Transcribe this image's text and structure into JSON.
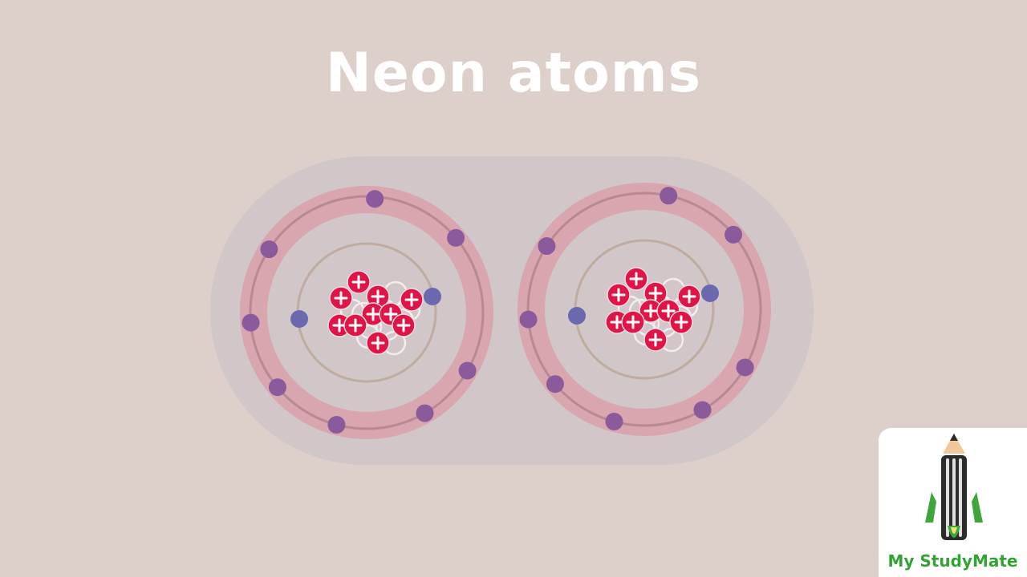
{
  "title": "Neon atoms",
  "logo": {
    "text": "My StudyMate",
    "icon": "pencil-rocket-logo"
  },
  "colors": {
    "background": "#ddd0ca",
    "capsule": "#d1c6c8",
    "outer_shell_band": "#d9a5ae",
    "inner_shell_ring": "#bfab9f",
    "electron_outer": "#8b5a9c",
    "electron_inner": "#6c68b0",
    "proton": "#df1447",
    "neutron_outline": "#f4eded",
    "logo_green": "#34a336"
  },
  "atoms": [
    {
      "name": "neon-atom-1",
      "protons": 10,
      "neutrons": 10,
      "inner_electrons": 2,
      "outer_electrons": 8
    },
    {
      "name": "neon-atom-2",
      "protons": 10,
      "neutrons": 10,
      "inner_electrons": 2,
      "outer_electrons": 8
    }
  ]
}
